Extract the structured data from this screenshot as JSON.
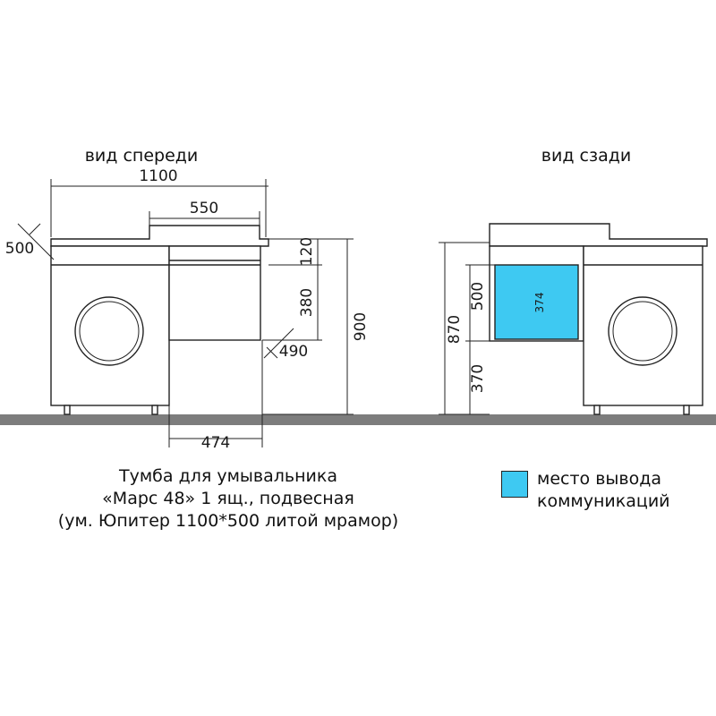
{
  "front_view": {
    "title": "вид спереди",
    "dim_overall_width": "1100",
    "dim_basin_width": "550",
    "dim_depth": "500",
    "dim_drawer_top": "120",
    "dim_drawer_height": "380",
    "dim_total_height": "900",
    "dim_cabinet_depth": "490",
    "dim_cabinet_width": "474"
  },
  "back_view": {
    "title": "вид сзади",
    "dim_height": "870",
    "dim_outlet_height": "500",
    "dim_floor_gap": "370",
    "dim_outlet_width": "374"
  },
  "caption": {
    "line1": "Тумба для умывальника",
    "line2": "«Марс 48» 1 ящ., подвесная",
    "line3": "(ум. Юпитер 1100*500 литой мрамор)"
  },
  "legend": {
    "line1": "место вывода",
    "line2": "коммуникаций",
    "color": "#3ec9f2"
  },
  "colors": {
    "floor": "#7d7d7d",
    "outlet": "#3ec9f2",
    "line": "#222222"
  }
}
